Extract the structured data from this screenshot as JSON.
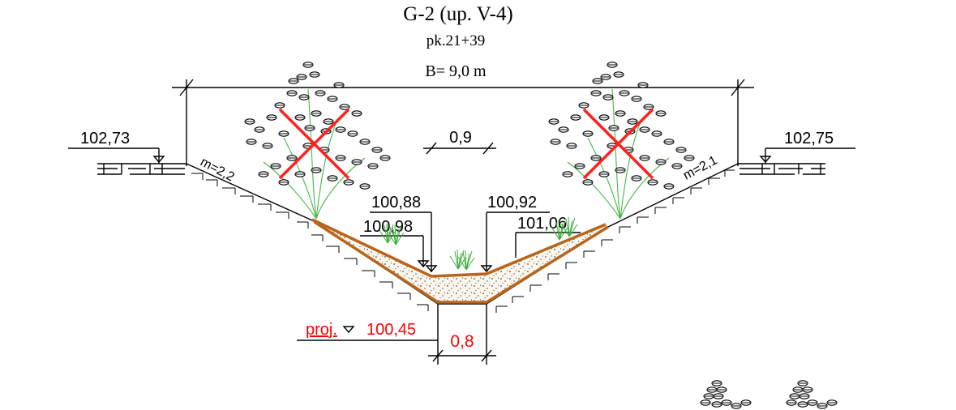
{
  "header": {
    "title": "G-2 (up. V-4)",
    "station": "pk.21+39",
    "width": "B= 9,0 m"
  },
  "elevations": {
    "left_top": "102,73",
    "right_top": "102,75",
    "inner_left_upper": "100,88",
    "inner_left_lower": "100,98",
    "inner_right_upper": "100,92",
    "inner_right_lower": "101,06"
  },
  "slopes": {
    "left": "m=2,2",
    "right": "m=2,1"
  },
  "dimensions": {
    "existing_bottom_width": "0,9",
    "design_bottom_width": "0,8"
  },
  "design": {
    "prefix": "proj.",
    "elevation": "100,45"
  },
  "colors": {
    "ink": "#000000",
    "design_line": "#ff0000",
    "sediment_line": "#b8651b",
    "vegetation": "#3fae3f",
    "removal_cross": "#ff2020"
  },
  "symbols": {
    "trees_marked_for_removal": "tree-removal-icon",
    "grass": "grass-icon"
  }
}
